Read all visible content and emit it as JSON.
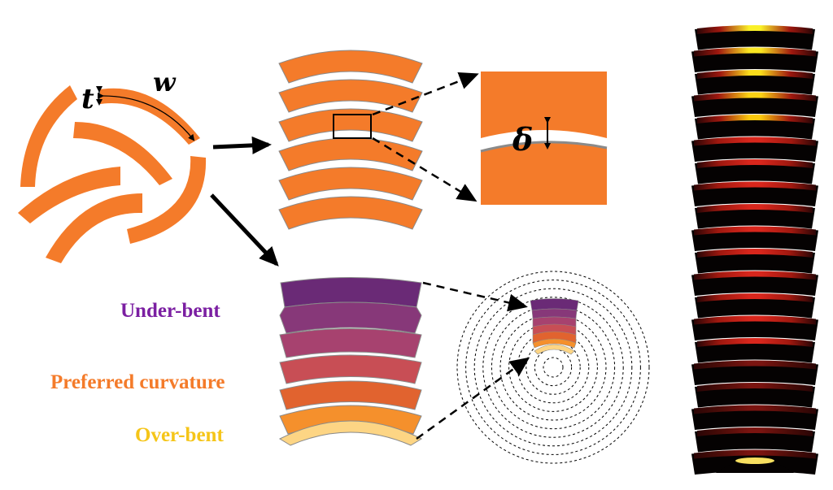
{
  "symbols": {
    "thickness": "t",
    "width": "w",
    "gap": "δ"
  },
  "labels": {
    "under_bent": "Under-bent",
    "preferred": "Preferred curvature",
    "over_bent": "Over-bent"
  },
  "colors": {
    "orange": "#F47B2A",
    "under_bent": "#7B1FA2",
    "preferred": "#F47B2A",
    "over_bent": "#F5C518",
    "gradient": [
      "#6A2A76",
      "#873879",
      "#A7426F",
      "#C84E55",
      "#E1632F",
      "#F5902C",
      "#FDD584"
    ]
  }
}
